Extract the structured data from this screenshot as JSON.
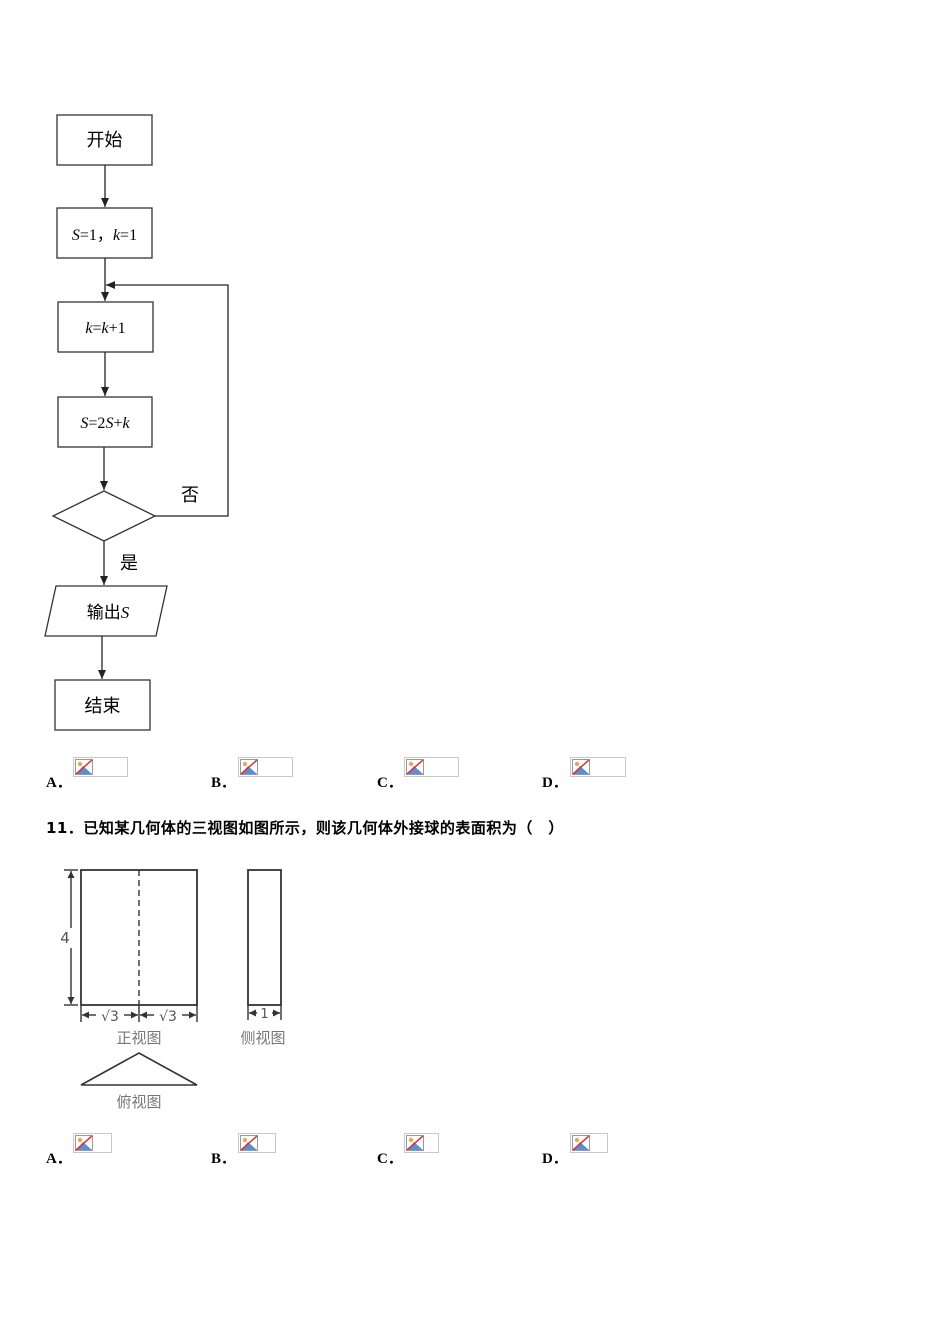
{
  "flowchart": {
    "start": "开始",
    "init_S": "S",
    "init_eq1": "=1，",
    "init_k": "k",
    "init_eq2": "=1",
    "step1_k": "k",
    "step1_eq": "=",
    "step1_k2": "k",
    "step1_rest": "+1",
    "step2_S": "S",
    "step2_eq": "=2",
    "step2_S2": "S",
    "step2_plus": "+",
    "step2_k": "k",
    "no_label": "否",
    "yes_label": "是",
    "output_text": "输出",
    "output_var": "S",
    "end": "结束"
  },
  "options_q10": [
    "A．",
    "B．",
    "C．",
    "D．"
  ],
  "question11": {
    "text": "11．已知某几何体的三视图如图所示，则该几何体外接球的表面积为（　）",
    "height_label": "4",
    "width_label_1": "√3",
    "width_label_2": "√3",
    "side_width_label": "1",
    "front_view": "正视图",
    "side_view": "侧视图",
    "top_view": "俯视图"
  },
  "options_q11": [
    "A．",
    "B．",
    "C．",
    "D．"
  ]
}
